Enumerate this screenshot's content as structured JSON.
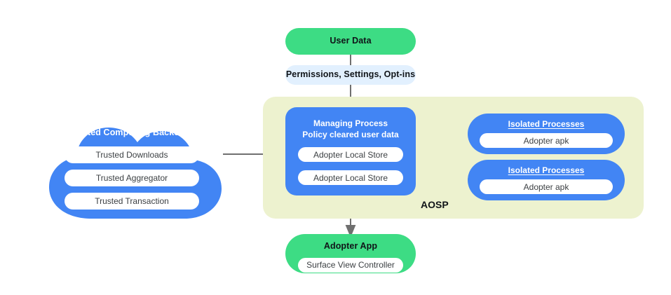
{
  "diagram": {
    "title_label": "AOSP",
    "colors": {
      "green": "#3DDC84",
      "blue": "#4285F4",
      "light_blue": "#E2F0FE",
      "panel_yellow_green": "#EDF2CF",
      "wire_gray": "#6F6F6F",
      "white": "#FFFFFF"
    }
  },
  "user_data": {
    "label": "User Data"
  },
  "permissions": {
    "label": "Permissions,  Settings, Opt-ins"
  },
  "cloud": {
    "title": "Trusted Computing Backends",
    "items": [
      {
        "label": "Trusted Downloads"
      },
      {
        "label": "Trusted Aggregator"
      },
      {
        "label": "Trusted Transaction"
      }
    ]
  },
  "managing_process": {
    "title_line1": "Managing Process",
    "title_line2": "Policy cleared user data",
    "stores": [
      {
        "label": "Adopter Local Store"
      },
      {
        "label": "Adopter Local Store"
      }
    ]
  },
  "isolated_processes": [
    {
      "title": "Isolated Processes",
      "apk": "Adopter apk"
    },
    {
      "title": "Isolated Processes",
      "apk": "Adopter apk"
    }
  ],
  "adopter_app": {
    "title": "Adopter App",
    "component": "Surface View Controller"
  }
}
